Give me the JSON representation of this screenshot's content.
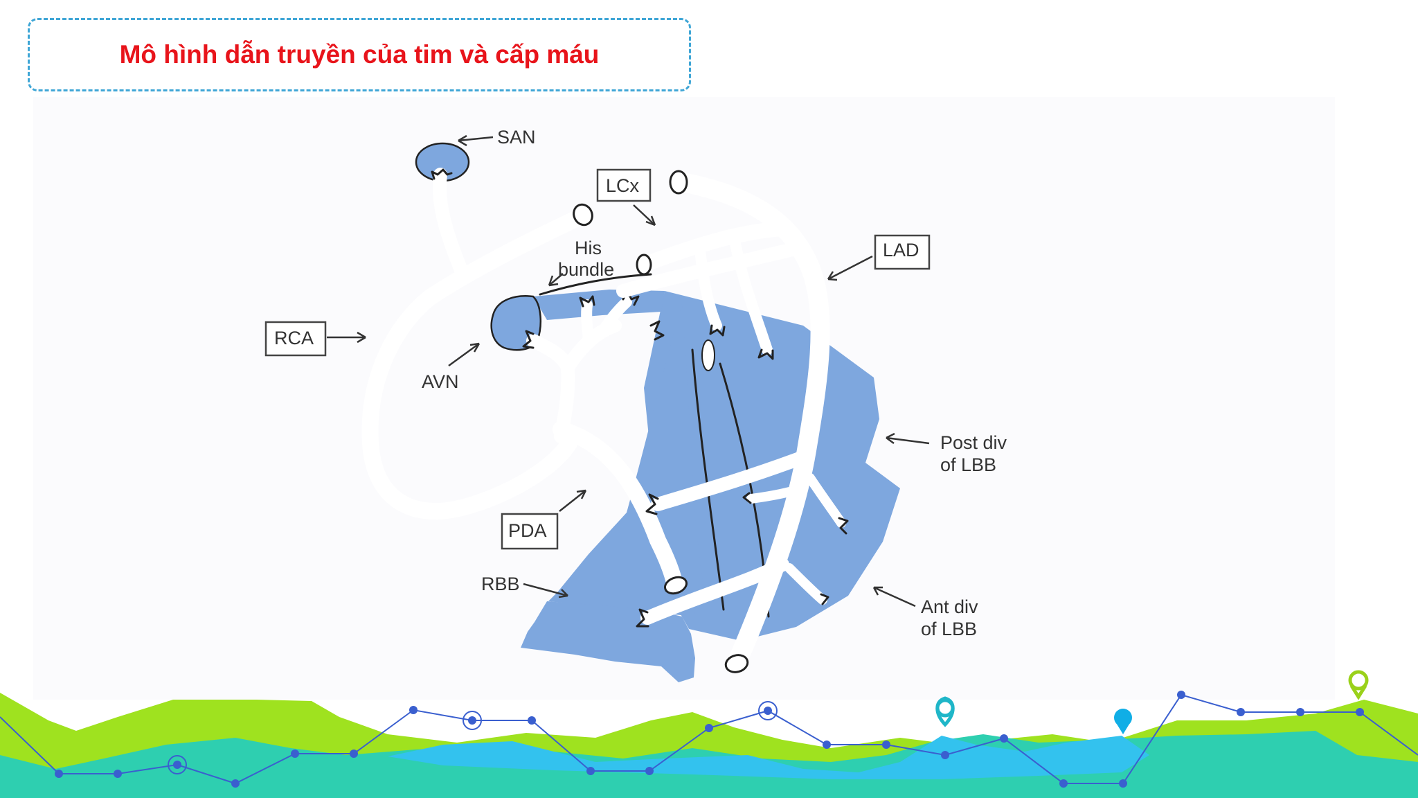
{
  "slide": {
    "title": "Mô hình dẫn truyền của tim và cấp máu"
  },
  "diagram": {
    "labels": {
      "san": "SAN",
      "lcx": "LCx",
      "his_line1": "His",
      "his_line2": "bundle",
      "lad": "LAD",
      "rca": "RCA",
      "avn": "AVN",
      "post_div_line1": "Post div",
      "post_div_line2": "of LBB",
      "pda": "PDA",
      "rbb": "RBB",
      "ant_div_line1": "Ant div",
      "ant_div_line2": "of LBB"
    },
    "colors": {
      "conduction_tissue": "#7ea7de",
      "vessel_fill": "#ffffff",
      "outline": "#222222"
    }
  },
  "decoration": {
    "colors": {
      "lime": "#9fe21f",
      "teal": "#2ecfb0",
      "sky": "#33c2ee",
      "line_blue": "#3a5fcf",
      "pin_teal": "#1fb6c8",
      "pin_blue": "#10aee6",
      "pin_green": "#9ad11a"
    }
  }
}
